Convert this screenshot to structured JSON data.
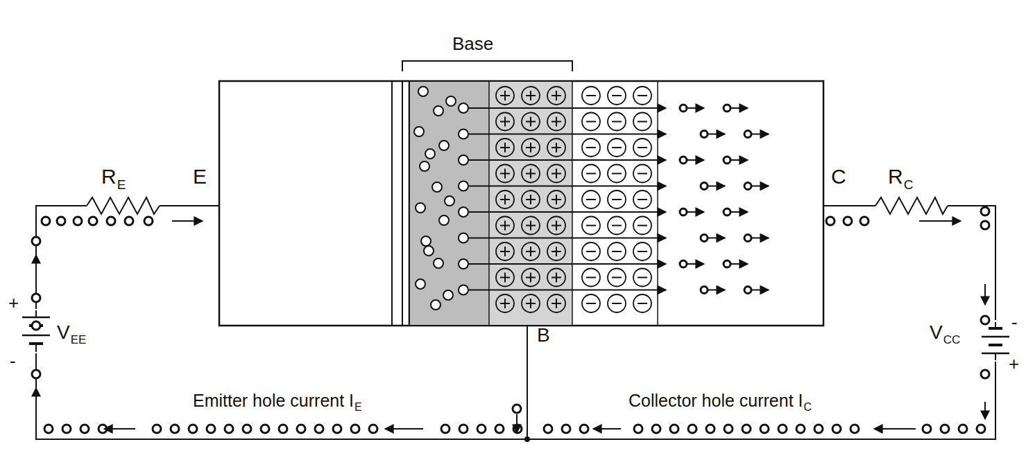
{
  "diagram": {
    "labels": [
      "Base",
      "R",
      "E",
      "E",
      "R",
      "C",
      "C",
      "+",
      "V",
      "EE",
      "-",
      "-",
      "V",
      "CC",
      "+",
      "B",
      "Emitter hole current I",
      "E",
      "Collector hole current I",
      "C"
    ]
  }
}
